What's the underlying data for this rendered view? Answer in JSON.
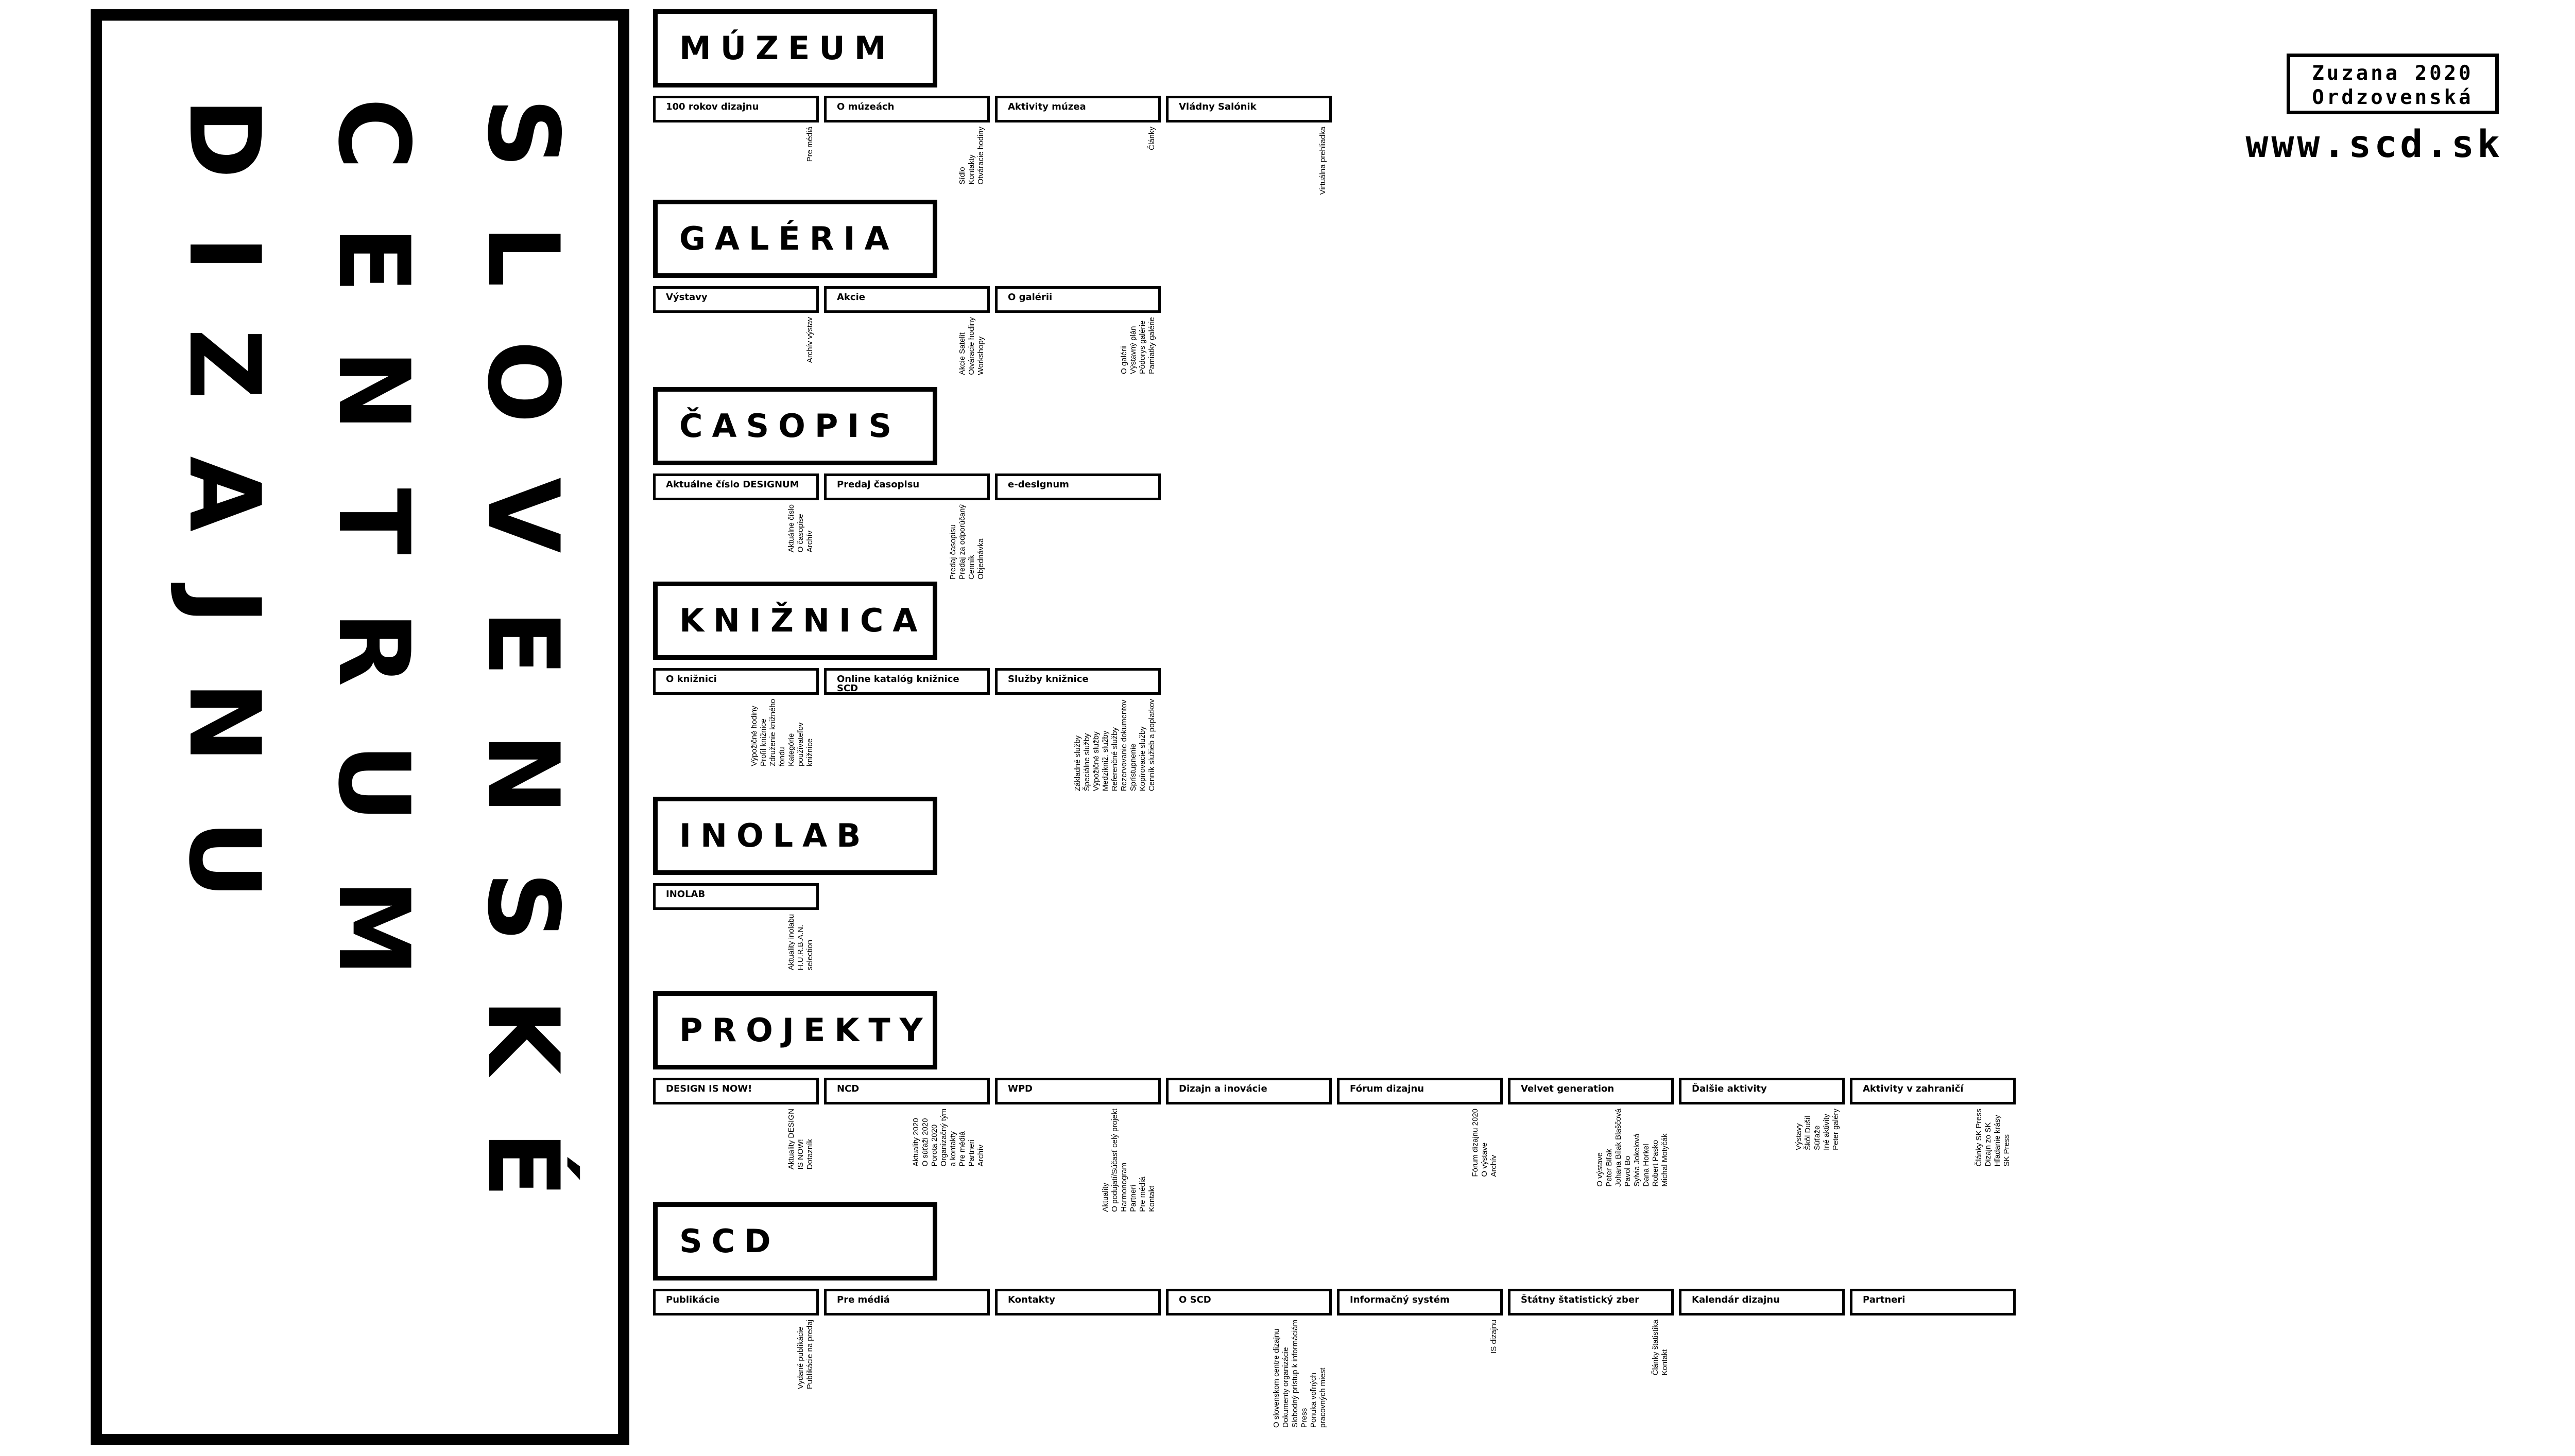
{
  "logo": {
    "line1": "SLOVENSKÉ",
    "line2": "CENTRUM",
    "line3": "DIZAJNU"
  },
  "author": {
    "line1": "Zuzana 2020",
    "line2": "Ordzovenská"
  },
  "site": "www.scd.sk",
  "sections": [
    {
      "title": "MÚZEUM",
      "items": [
        {
          "label": "100 rokov dizajnu",
          "subs": [
            "Pre médiá"
          ]
        },
        {
          "label": "O múzeách",
          "subs": [
            "Sídlo",
            "Kontakty",
            "Otváracie hodiny"
          ]
        },
        {
          "label": "Aktivity múzea",
          "subs": [
            "Články"
          ]
        },
        {
          "label": "Vládny Salónik",
          "subs": [
            "Virtuálna prehliadka"
          ]
        }
      ]
    },
    {
      "title": "GALÉRIA",
      "items": [
        {
          "label": "Výstavy",
          "subs": [
            "Archív výstav"
          ]
        },
        {
          "label": "Akcie",
          "subs": [
            "Akcie Satelit",
            "Otváracie hodiny",
            "Workshopy"
          ]
        },
        {
          "label": "O galérii",
          "subs": [
            "O galérii",
            "Výstavný plán",
            "Pôdorys galérie",
            "Pamiatky galérie"
          ]
        }
      ]
    },
    {
      "title": "ČASOPIS",
      "items": [
        {
          "label": "Aktuálne číslo DESIGNUM",
          "subs": [
            "Aktuálne číslo",
            "O časopise",
            "Archív"
          ]
        },
        {
          "label": "Predaj časopisu",
          "subs": [
            "Predaj časopisu",
            "Predaj za odporúčaný",
            "Cenník",
            "Objednávka"
          ]
        },
        {
          "label": "e-designum",
          "subs": []
        }
      ]
    },
    {
      "title": "KNIŽNICA",
      "items": [
        {
          "label": "O knižnici",
          "subs": [
            "Výpožičné hodiny",
            "Profil knižnice",
            "Združenie knižného",
            "fondu",
            "Kategórie",
            "používateľov",
            "knižnice"
          ]
        },
        {
          "label": "Online katalóg knižnice SCD",
          "subs": []
        },
        {
          "label": "Služby knižnice",
          "subs": [
            "Základné služby",
            "Špeciálne služby",
            "Výpožičné služby",
            "Medzikniž. služby",
            "Referenčné služby",
            "Rezervovanie dokumentov",
            "Sprístupnenie",
            "Kopírovacie služby",
            "Cenník služieb a poplatkov"
          ]
        }
      ]
    },
    {
      "title": "INOLAB",
      "items": [
        {
          "label": "INOLAB",
          "subs": [
            "Aktuality inolabu",
            "H.U.R.B.A.N.",
            "selection"
          ]
        }
      ]
    },
    {
      "title": "PROJEKTY",
      "items": [
        {
          "label": "DESIGN IS NOW!",
          "subs": [
            "Aktuality DESIGN",
            "IS NOW!",
            "Dotazník"
          ]
        },
        {
          "label": "NCD",
          "subs": [
            "Aktuality 2020",
            "O súťaži 2020",
            "Porota 2020",
            "Organizačný tým",
            "a kontakty",
            "Pre médiá",
            "Partneri",
            "Archív"
          ]
        },
        {
          "label": "WPD",
          "subs": [
            "Aktuality",
            "O podujatí/Súčasť celý projekt",
            "Harmonogram",
            "Partneri",
            "Pre médiá",
            "Kontakt"
          ]
        },
        {
          "label": "Dizajn a inovácie",
          "subs": []
        },
        {
          "label": "Fórum dizajnu",
          "subs": [
            "Fórum dizajnu 2020",
            "O výstave",
            "Archív"
          ]
        },
        {
          "label": "Velvet generation",
          "subs": [
            "O výstave",
            "Peter Biľak",
            "Johana Bílak Blaščová",
            "Pavol Bo",
            "Sylvia Jokelová",
            "Dana Horkel",
            "Robert Pasko",
            "Michal Motyčák"
          ]
        },
        {
          "label": "Ďalšie aktivity",
          "subs": [
            "Výstavy",
            "Škôl Dušil",
            "Súťaže",
            "Iné aktivity",
            "Peter galéry"
          ]
        },
        {
          "label": "Aktivity v zahraničí",
          "subs": [
            "Články SK Press",
            "Dizajn zo SK",
            "Hľadanie krásy",
            "SK Press"
          ]
        }
      ]
    },
    {
      "title": "SCD",
      "items": [
        {
          "label": "Publikácie",
          "subs": [
            "Vydané publikácie",
            "Publikácie na predaj"
          ]
        },
        {
          "label": "Pre médiá",
          "subs": []
        },
        {
          "label": "Kontakty",
          "subs": []
        },
        {
          "label": "O SCD",
          "subs": [
            "O slovenskom centre dizajnu",
            "Dokumenty organizácie",
            "Slobodný prístup k informáciám",
            "Press",
            "Ponuka voľných",
            "pracovných miest"
          ]
        },
        {
          "label": "Informačný systém",
          "subs": [
            "IS dizajnu"
          ]
        },
        {
          "label": "Štátny štatistický zber",
          "subs": [
            "Články štatistika",
            "Kontakt"
          ]
        },
        {
          "label": "Kalendár dizajnu",
          "subs": []
        },
        {
          "label": "Partneri",
          "subs": []
        }
      ]
    }
  ]
}
